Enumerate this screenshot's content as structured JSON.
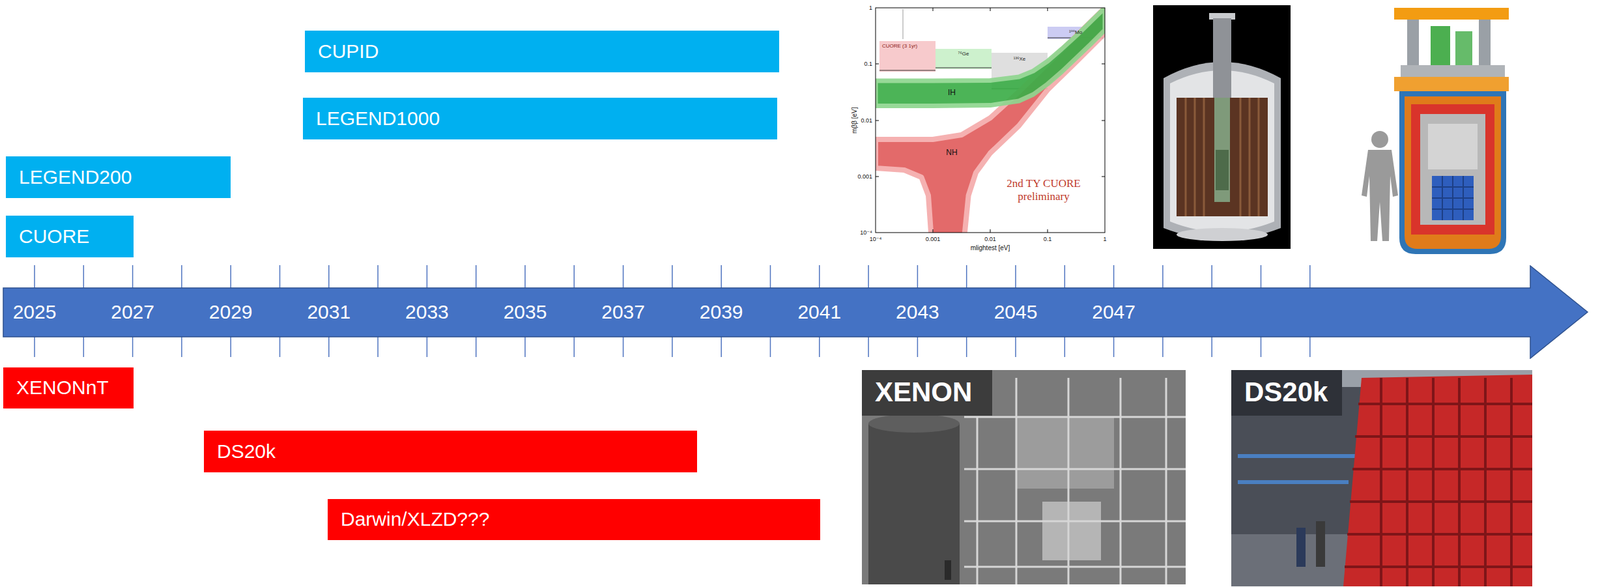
{
  "diagram": {
    "nodes": [
      {
        "text": [
          "CUPID"
        ]
      },
      {
        "text": [
          "LEGEND1000"
        ]
      },
      {
        "text": [
          "LEGEND200"
        ]
      },
      {
        "text": [
          "CUORE"
        ]
      },
      {
        "text": [
          "2025",
          "2027",
          "2029",
          "2031",
          "2033",
          "2035",
          "2037",
          "2039",
          "2041",
          "2043",
          "2045",
          "2047"
        ]
      },
      {
        "text": [
          "XENONnT"
        ]
      },
      {
        "text": [
          "DS20k"
        ]
      },
      {
        "text": [
          "Darwin/XLZD???"
        ]
      },
      {
        "text": [
          "XENON"
        ]
      },
      {
        "text": [
          "DS20k"
        ]
      }
    ],
    "labels": [
      "CUORE (3 1yr)",
      "⁷⁶Ge",
      "¹³⁶Xe",
      "¹⁰⁰Mo",
      "IH",
      "NH",
      "2nd TY CUORE preliminary",
      "mββ [eV]",
      "mlightest [eV]",
      "1",
      "0.1",
      "0.01",
      "0.001",
      "10⁻⁴",
      "10⁻⁴",
      "0.001",
      "0.01",
      "0.1",
      "1"
    ]
  }
}
